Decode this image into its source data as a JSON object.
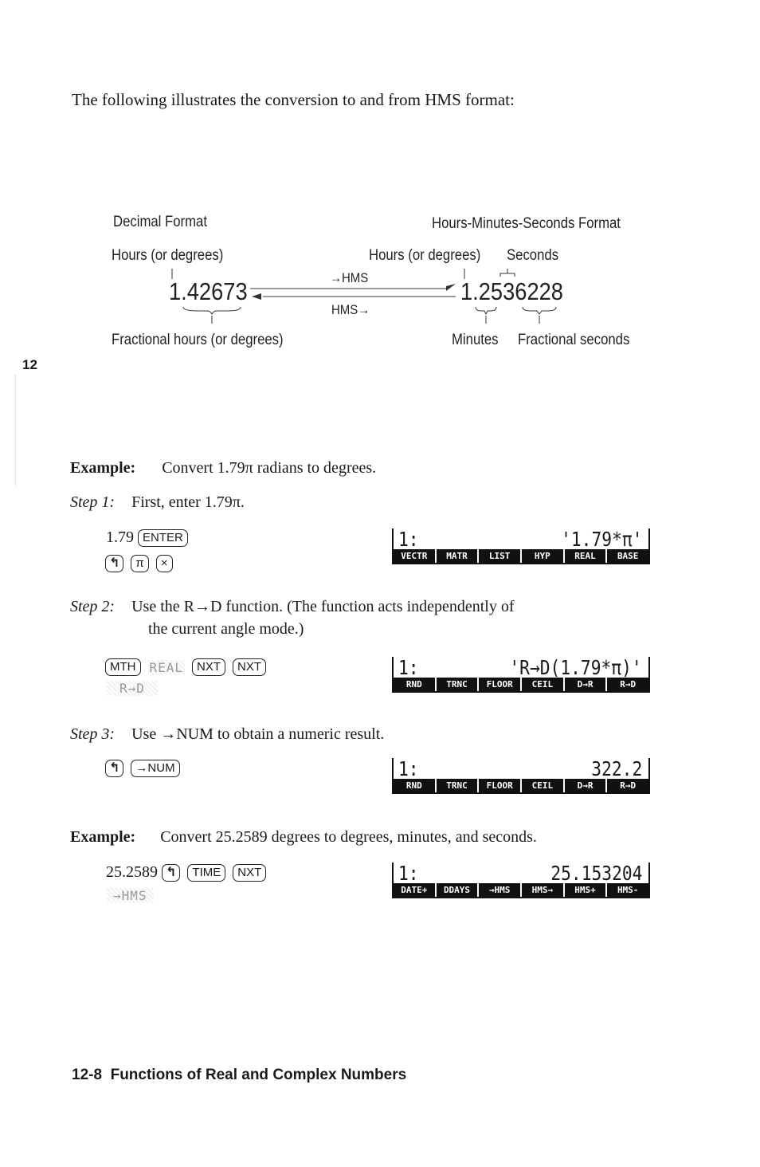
{
  "intro": "The following illustrates the conversion to and from HMS format:",
  "diagram": {
    "left_heading": "Decimal Format",
    "right_heading": "Hours-Minutes-Seconds Format",
    "left_hours": "Hours (or degrees)",
    "right_hours": "Hours (or degrees)",
    "right_seconds": "Seconds",
    "left_number": "1.42673",
    "right_number": "1.2536228",
    "to_hms": "→HMS",
    "from_hms": "HMS→",
    "left_fraction": "Fractional hours (or degrees)",
    "minutes": "Minutes",
    "fractional_seconds": "Fractional seconds"
  },
  "chapter_tab": "12",
  "example1": {
    "label": "Example:",
    "text": "Convert 1.79π radians to degrees.",
    "step1": {
      "label": "Step 1:",
      "text": "First, enter 1.79π.",
      "seq_line1_value": "1.79",
      "key_enter": "ENTER",
      "key_shift": "↰",
      "key_pi": "π",
      "key_times": "×",
      "display": {
        "level": "1:",
        "value": "'1.79*π'",
        "menu": [
          "VECTR",
          "MATR",
          "LIST",
          "HYP",
          "REAL",
          "BASE"
        ]
      }
    },
    "step2": {
      "label": "Step 2:",
      "text_line1": "Use the R→D function. (The function acts independently of",
      "text_line2": "the current angle mode.)",
      "key_mth": "MTH",
      "menu_real": "REAL",
      "key_nxt1": "NXT",
      "key_nxt2": "NXT",
      "menu_rd": "R→D",
      "display": {
        "level": "1:",
        "value": "'R→D(1.79*π)'",
        "menu": [
          "RND",
          "TRNC",
          "FLOOR",
          "CEIL",
          "D→R",
          "R→D"
        ]
      }
    },
    "step3": {
      "label": "Step 3:",
      "text": "Use →NUM to obtain a numeric result.",
      "key_shift": "↰",
      "key_num": "→NUM",
      "display": {
        "level": "1:",
        "value": "322.2",
        "menu": [
          "RND",
          "TRNC",
          "FLOOR",
          "CEIL",
          "D→R",
          "R→D"
        ]
      }
    }
  },
  "example2": {
    "label": "Example:",
    "text": "Convert 25.2589 degrees to degrees, minutes, and seconds.",
    "seq_value": "25.2589",
    "key_shift": "↰",
    "key_time": "TIME",
    "key_nxt": "NXT",
    "menu_hms": "→HMS",
    "display": {
      "level": "1:",
      "value": "25.153204",
      "menu": [
        "DATE+",
        "DDAYS",
        "→HMS",
        "HMS→",
        "HMS+",
        "HMS-"
      ]
    }
  },
  "footer": "12-8  Functions of Real and Complex Numbers"
}
